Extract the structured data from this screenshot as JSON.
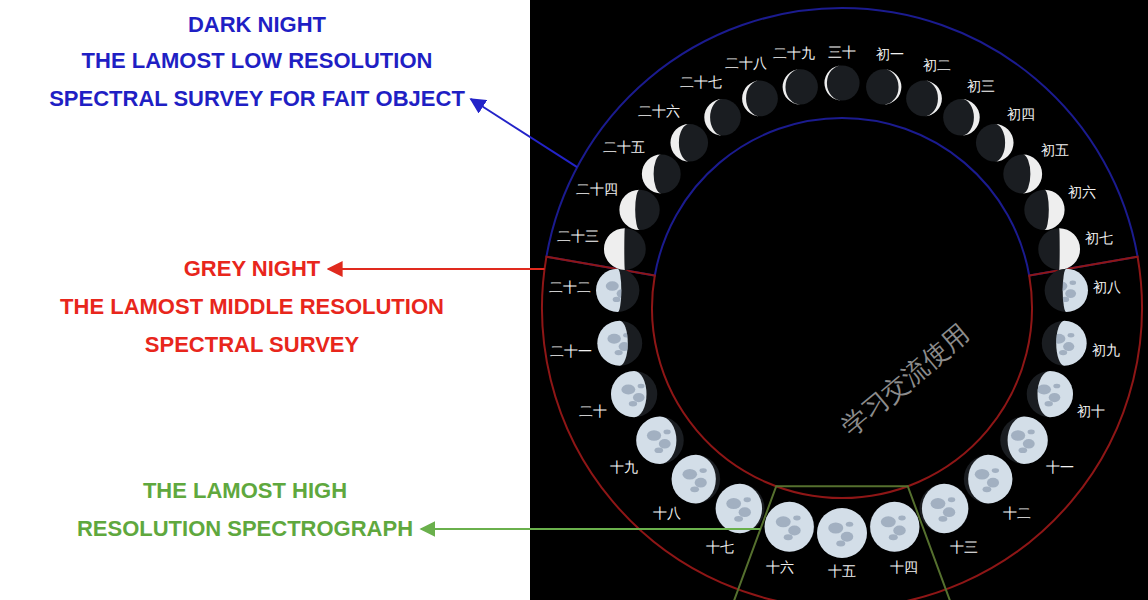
{
  "diagram": {
    "labels": [
      "DARK NIGHT",
      "THE LAMOST LOW RESOLUTION SPECTRAL SURVEY FOR FAIT OBJECT",
      "GREY NIGHT",
      "THE LAMOST MIDDLE RESOLUTION SPECTRAL SURVEY",
      "THE LAMOST HIGH RESOLUTION SPECTROGRAPH",
      "初一",
      "初二",
      "初三",
      "初四",
      "初五",
      "初六",
      "初七",
      "初八",
      "初九",
      "初十",
      "十一",
      "十二",
      "十三",
      "十四",
      "十五",
      "十六",
      "十七",
      "十八",
      "十九",
      "二十",
      "二十一",
      "二十二",
      "二十三",
      "二十四",
      "二十五",
      "二十六",
      "二十七",
      "二十八",
      "二十九",
      "三十",
      "学习交流使用"
    ]
  }
}
